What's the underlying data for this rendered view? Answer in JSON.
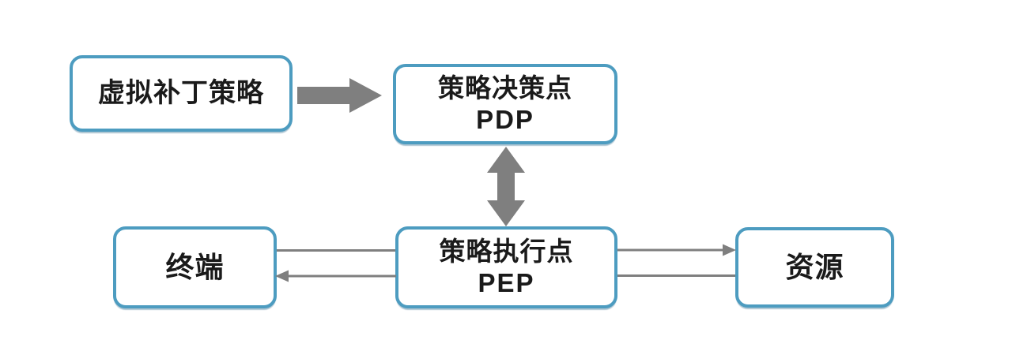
{
  "diagram": {
    "colors": {
      "background": "#ffffff",
      "node_border": "#4d9cc0",
      "node_fill": "#ffffff",
      "node_text": "#1a1a1a",
      "arrow": "#7f7f7f"
    },
    "nodes": {
      "virtual_patch_policy": {
        "label": "虚拟补丁策略"
      },
      "pdp": {
        "label": "策略决策点",
        "sublabel": "PDP"
      },
      "terminal": {
        "label": "终端"
      },
      "pep": {
        "label": "策略执行点",
        "sublabel": "PEP"
      },
      "resource": {
        "label": "资源"
      }
    },
    "connections": [
      {
        "from": "virtual_patch_policy",
        "to": "pdp",
        "style": "thick-block-arrow",
        "direction": "right"
      },
      {
        "from": "pdp",
        "to": "pep",
        "style": "thick-block-arrow",
        "direction": "both"
      },
      {
        "from": "terminal",
        "to": "pep",
        "style": "thin-line",
        "arrowhead": "none"
      },
      {
        "from": "pep",
        "to": "terminal",
        "style": "thin-line",
        "arrowhead": "at-terminal"
      },
      {
        "from": "pep",
        "to": "resource",
        "style": "thin-line",
        "arrowhead": "at-resource"
      },
      {
        "from": "resource",
        "to": "pep",
        "style": "thin-line",
        "arrowhead": "none"
      }
    ]
  }
}
